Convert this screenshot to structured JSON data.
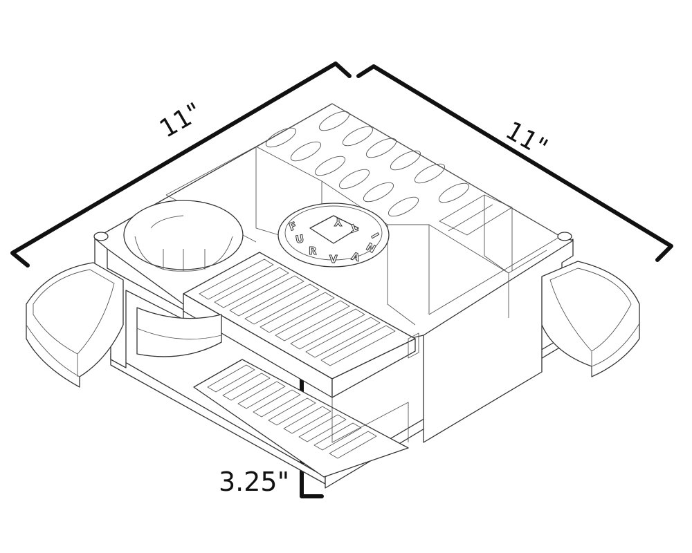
{
  "dimensions": {
    "length_left": "11\"",
    "length_right": "11\"",
    "height": "3.25\""
  },
  "logo": {
    "letters": [
      "F",
      "U",
      "R",
      "V",
      "A",
      "N",
      "I",
      "T",
      "Y"
    ]
  },
  "colors": {
    "line": "#333333",
    "dimension": "#111111",
    "background": "#ffffff"
  }
}
